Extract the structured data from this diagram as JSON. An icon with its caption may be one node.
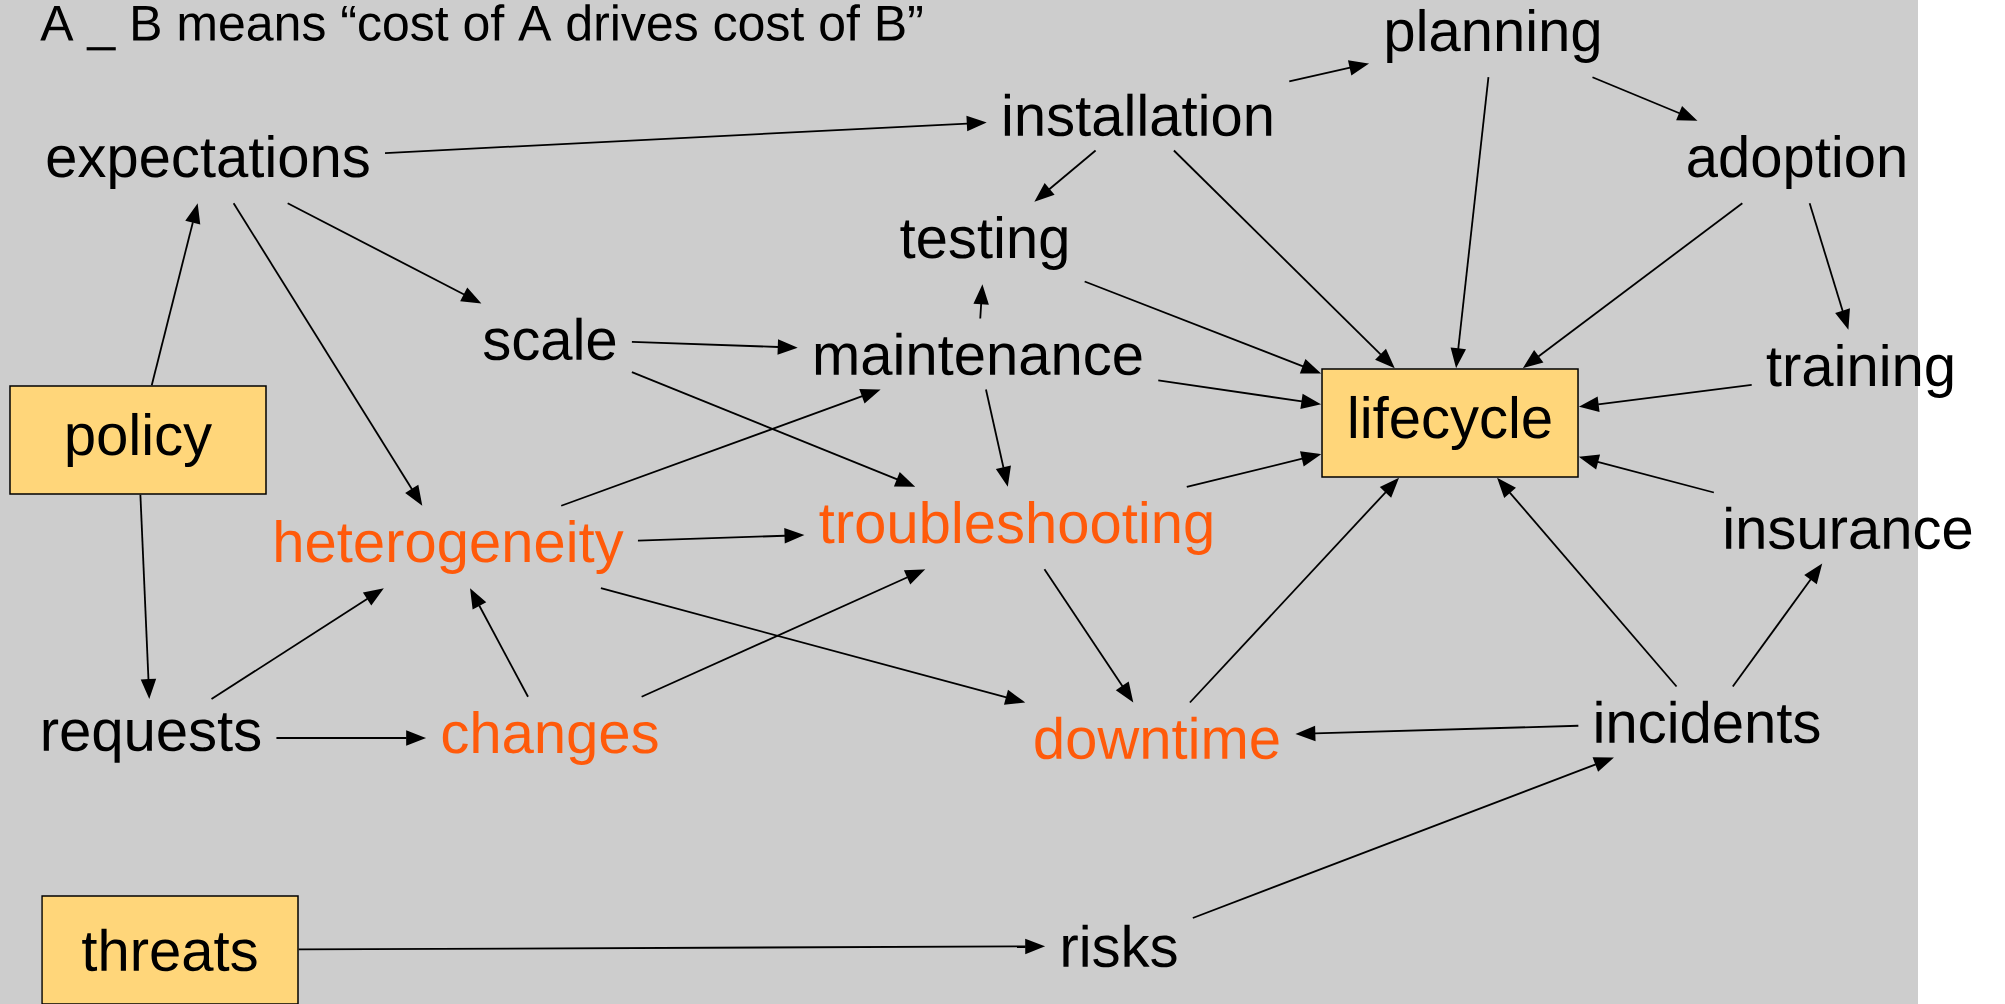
{
  "diagram": {
    "title": "A _ B means “cost of A drives cost of B”",
    "nodes": [
      {
        "text": [
          "expectations"
        ]
      },
      {
        "text": [
          "installation"
        ]
      },
      {
        "text": [
          "planning"
        ]
      },
      {
        "text": [
          "adoption"
        ]
      },
      {
        "text": [
          "testing"
        ]
      },
      {
        "text": [
          "scale"
        ]
      },
      {
        "text": [
          "maintenance"
        ]
      },
      {
        "text": [
          "training"
        ]
      },
      {
        "text": [
          "policy"
        ]
      },
      {
        "text": [
          "lifecycle"
        ]
      },
      {
        "text": [
          "heterogeneity"
        ]
      },
      {
        "text": [
          "troubleshooting"
        ]
      },
      {
        "text": [
          "insurance"
        ]
      },
      {
        "text": [
          "requests"
        ]
      },
      {
        "text": [
          "changes"
        ]
      },
      {
        "text": [
          "downtime"
        ]
      },
      {
        "text": [
          "incidents"
        ]
      },
      {
        "text": [
          "threats"
        ]
      },
      {
        "text": [
          "risks"
        ]
      }
    ],
    "edges": [
      {
        "from": 8,
        "to": 0,
        "arrow": "to"
      },
      {
        "from": 8,
        "to": 13,
        "arrow": "to"
      },
      {
        "from": 0,
        "to": 1,
        "arrow": "to"
      },
      {
        "from": 0,
        "to": 5,
        "arrow": "to"
      },
      {
        "from": 0,
        "to": 10,
        "arrow": "to"
      },
      {
        "from": 1,
        "to": 2,
        "arrow": "to"
      },
      {
        "from": 1,
        "to": 4,
        "arrow": "to"
      },
      {
        "from": 1,
        "to": 9,
        "arrow": "to"
      },
      {
        "from": 2,
        "to": 9,
        "arrow": "to"
      },
      {
        "from": 2,
        "to": 3,
        "arrow": "to"
      },
      {
        "from": 3,
        "to": 9,
        "arrow": "to"
      },
      {
        "from": 3,
        "to": 7,
        "arrow": "to"
      },
      {
        "from": 4,
        "to": 9,
        "arrow": "to"
      },
      {
        "from": 6,
        "to": 4,
        "arrow": "to"
      },
      {
        "from": 6,
        "to": 9,
        "arrow": "to"
      },
      {
        "from": 6,
        "to": 11,
        "arrow": "to"
      },
      {
        "from": 5,
        "to": 6,
        "arrow": "to"
      },
      {
        "from": 5,
        "to": 11,
        "arrow": "to"
      },
      {
        "from": 10,
        "to": 6,
        "arrow": "to"
      },
      {
        "from": 10,
        "to": 11,
        "arrow": "to"
      },
      {
        "from": 10,
        "to": 15,
        "arrow": "to"
      },
      {
        "from": 7,
        "to": 9,
        "arrow": "to"
      },
      {
        "from": 11,
        "to": 9,
        "arrow": "to"
      },
      {
        "from": 11,
        "to": 15,
        "arrow": "to"
      },
      {
        "from": 12,
        "to": 9,
        "arrow": "to"
      },
      {
        "from": 13,
        "to": 10,
        "arrow": "to"
      },
      {
        "from": 13,
        "to": 14,
        "arrow": "to"
      },
      {
        "from": 14,
        "to": 10,
        "arrow": "to"
      },
      {
        "from": 14,
        "to": 11,
        "arrow": "to"
      },
      {
        "from": 15,
        "to": 9,
        "arrow": "to"
      },
      {
        "from": 16,
        "to": 9,
        "arrow": "to"
      },
      {
        "from": 16,
        "to": 12,
        "arrow": "to"
      },
      {
        "from": 16,
        "to": 15,
        "arrow": "to"
      },
      {
        "from": 17,
        "to": 18,
        "arrow": "to"
      },
      {
        "from": 18,
        "to": 16,
        "arrow": "to"
      }
    ]
  }
}
